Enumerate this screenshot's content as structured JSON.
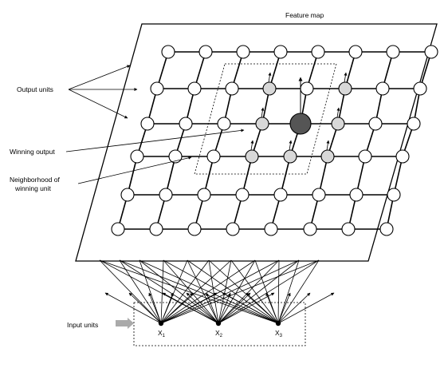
{
  "labels": {
    "feature_map": "Feature map",
    "output_units": "Output units",
    "winning_output": "Winning output",
    "neighborhood_line1": "Neighborhood of",
    "neighborhood_line2": "winning unit",
    "input_units": "Input units"
  },
  "inputs": [
    {
      "base": "X",
      "sub": "1"
    },
    {
      "base": "X",
      "sub": "2"
    },
    {
      "base": "X",
      "sub": "3"
    }
  ],
  "grid": {
    "rows": 6,
    "cols": 8
  },
  "winner": {
    "row": 2,
    "col": 4
  },
  "neighbors": [
    [
      1,
      3
    ],
    [
      1,
      5
    ],
    [
      2,
      3
    ],
    [
      2,
      5
    ],
    [
      3,
      3
    ],
    [
      3,
      4
    ],
    [
      3,
      5
    ]
  ],
  "colors": {
    "line": "#000000",
    "node_fill": "#ffffff",
    "neighbor_fill": "#d8d8d8",
    "winner_fill": "#555555",
    "input_arrow": "#aaaaaa"
  }
}
